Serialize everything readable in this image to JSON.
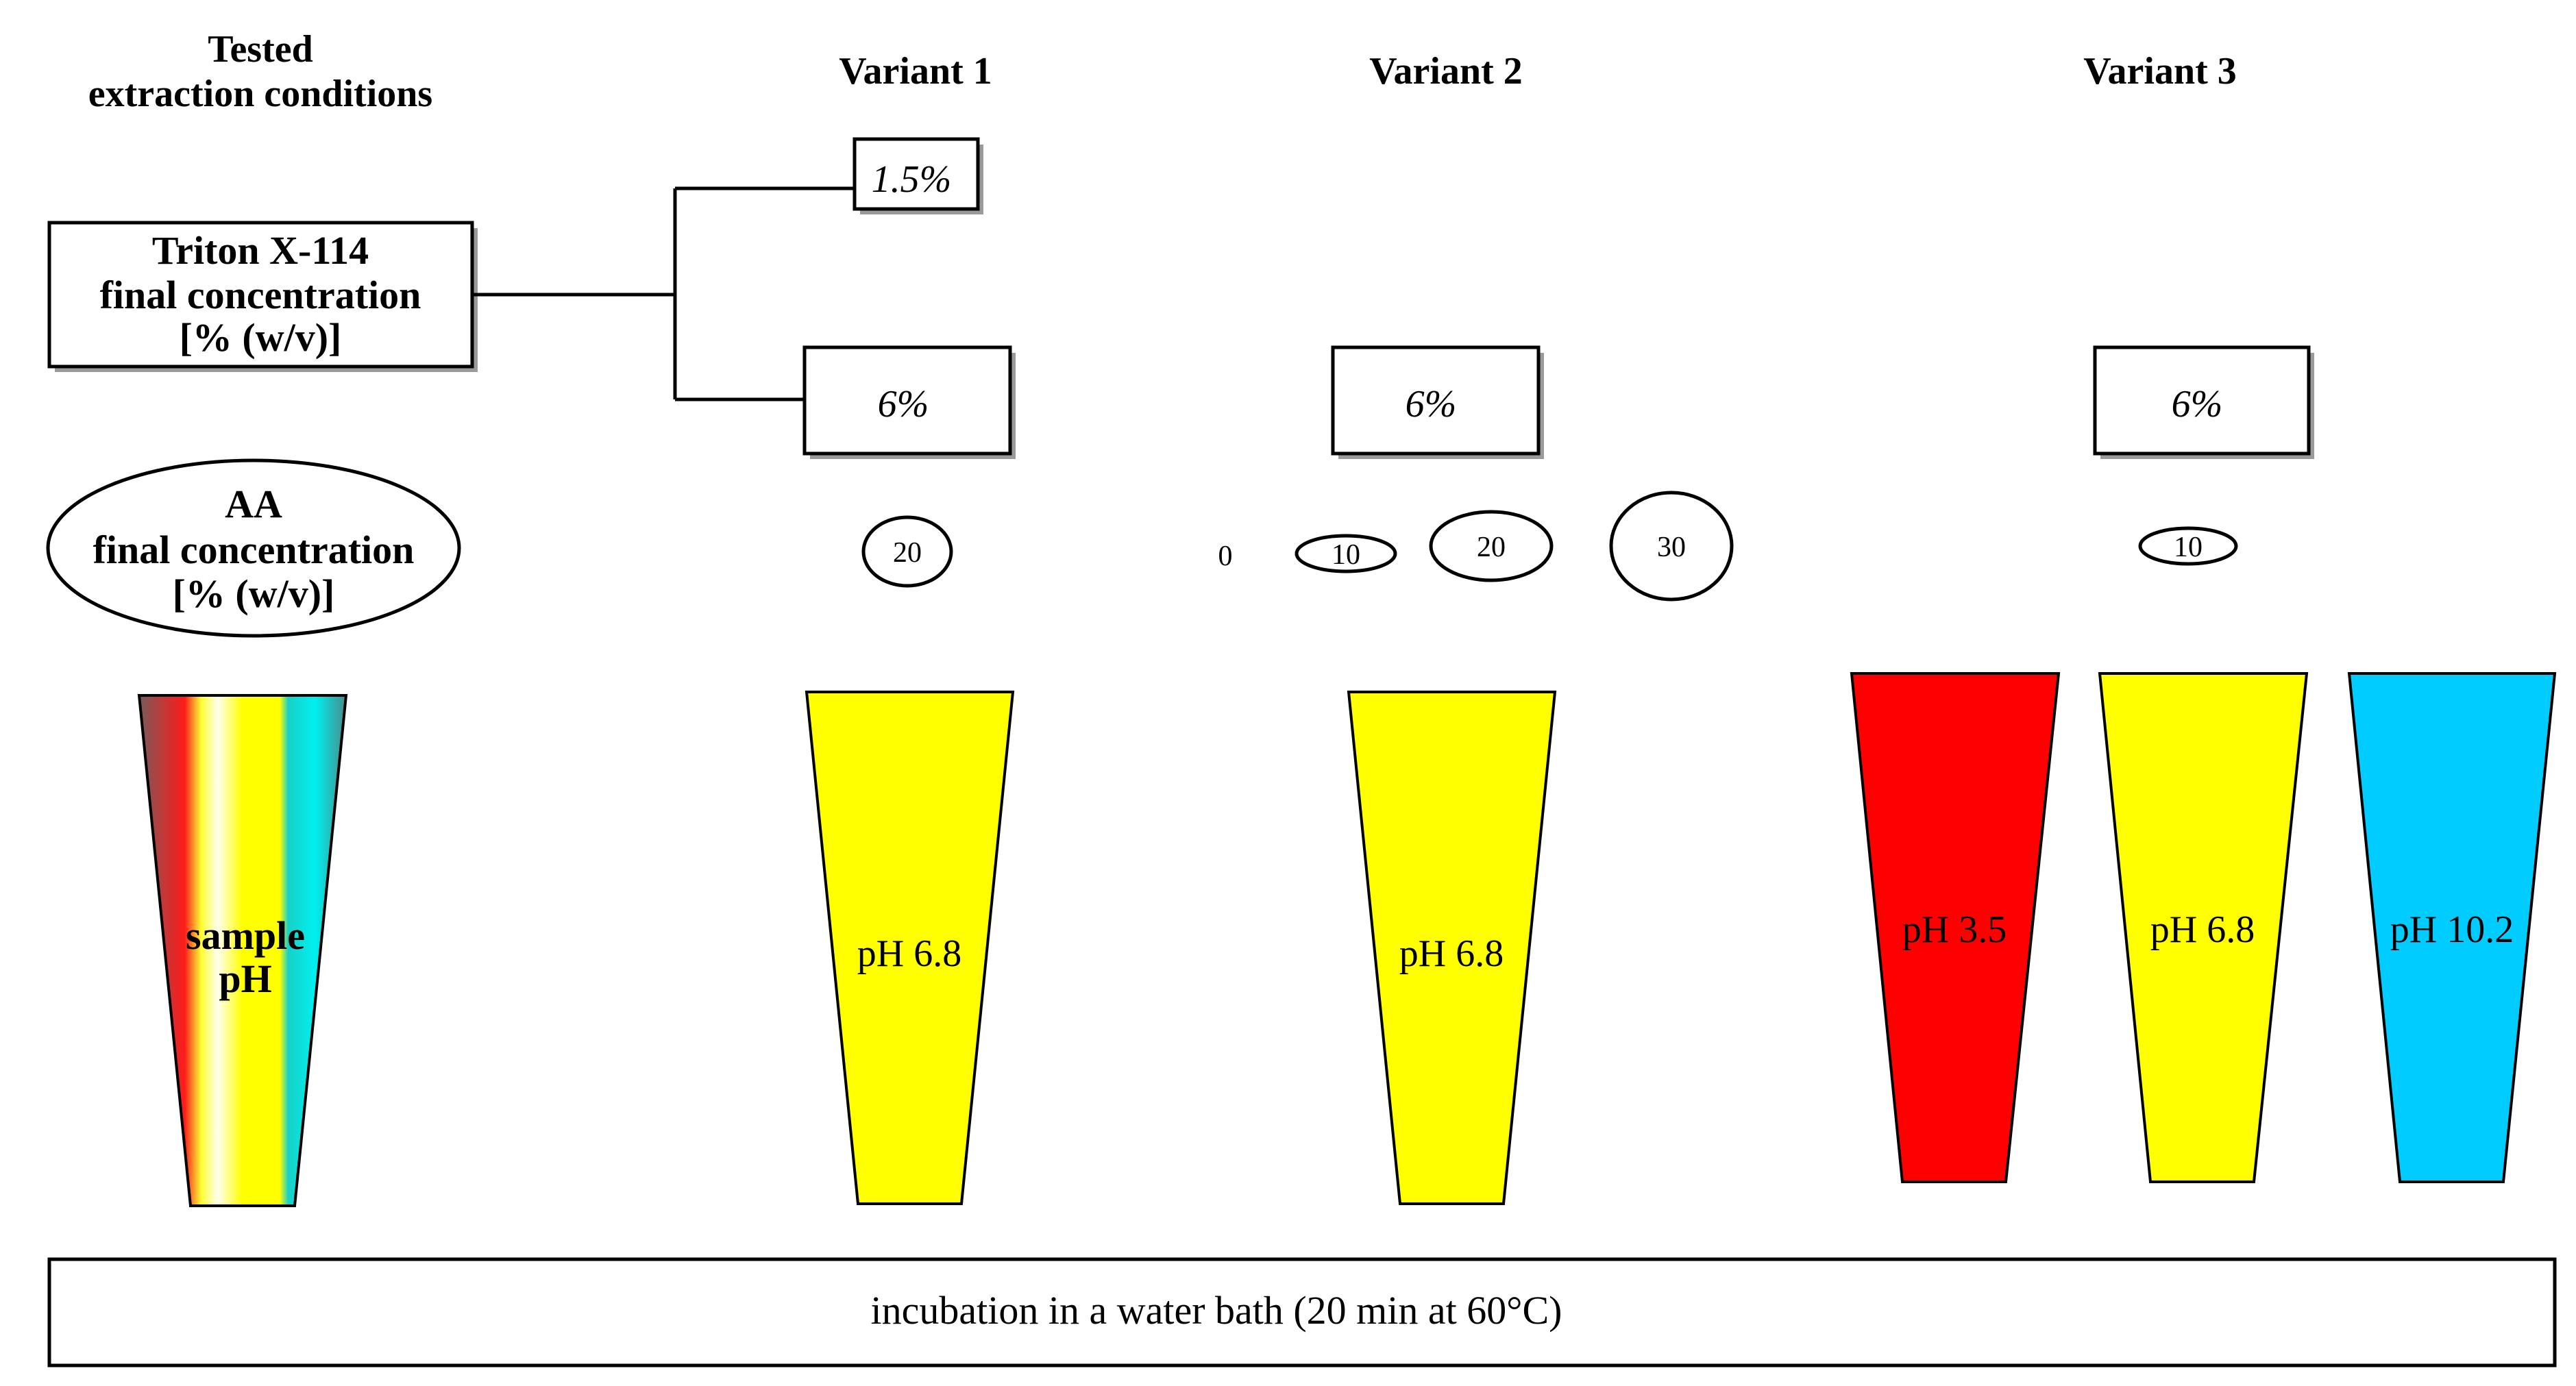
{
  "headers": {
    "tested_line1": "Tested",
    "tested_line2": "extraction conditions",
    "variant1": "Variant 1",
    "variant2": "Variant 2",
    "variant3": "Variant 3"
  },
  "triton": {
    "line1": "Triton X-114",
    "line2": "final concentration",
    "line3": "[% (w/v)]"
  },
  "triton_values": {
    "v1_low": "1.5%",
    "v1_high": "6%",
    "v2": "6%",
    "v3": "6%"
  },
  "aa": {
    "line1": "AA",
    "line2": "final concentration",
    "line3": "[% (w/v)]"
  },
  "aa_values": {
    "v1": "20",
    "v2_0": "0",
    "v2_10": "10",
    "v2_20": "20",
    "v2_30": "30",
    "v3": "10"
  },
  "sample_tube": {
    "line1": "sample",
    "line2": "pH"
  },
  "tubes": {
    "v1": "pH 6.8",
    "v2": "pH 6.8",
    "v3_acid": "pH 3.5",
    "v3_neutral": "pH 6.8",
    "v3_basic": "pH 10.2"
  },
  "colors": {
    "acid": "#ff0000",
    "neutral": "#ffff00",
    "basic": "#00ccff",
    "sample_left": "#8a5a5a",
    "sample_right": "#00d8d8"
  },
  "incubation": "incubation in a water bath (20 min at 60°C)"
}
